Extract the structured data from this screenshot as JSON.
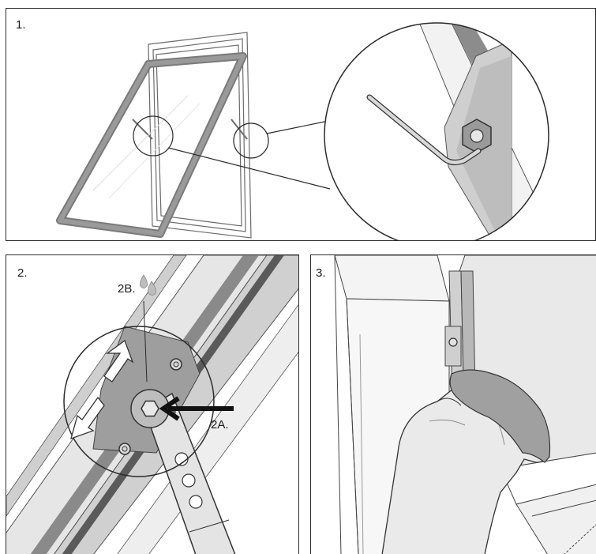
{
  "panels": [
    {
      "step": "1."
    },
    {
      "step": "2.",
      "callouts": {
        "a": "2A.",
        "b": "2B."
      }
    },
    {
      "step": "3."
    }
  ],
  "colors": {
    "frame": "#8a8a8a",
    "line": "#2b2b2b",
    "light": "#d9d9d9",
    "mid": "#b4b4b4",
    "glove": "#e8e8e8",
    "cloth": "#9a9a9a"
  },
  "icons": [
    "hex-key-icon",
    "water-drop-icon",
    "arrow-icon",
    "screw-icon"
  ]
}
